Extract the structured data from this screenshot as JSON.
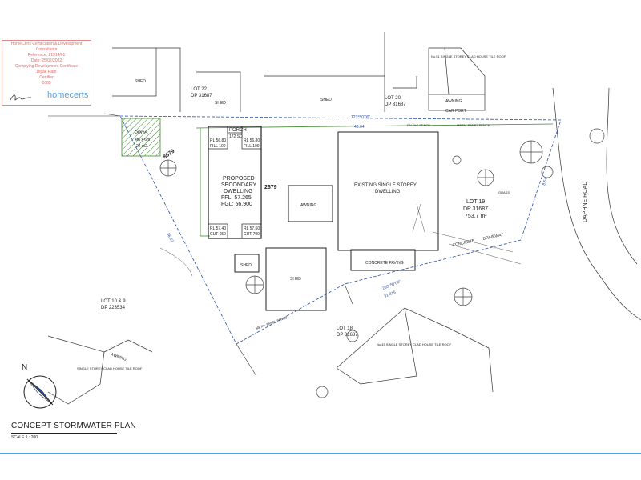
{
  "certificate": {
    "lines": [
      "HomeCerts Certification & Development",
      "Consultants",
      "Reference: 21314/01",
      "Date: 25/02/2022",
      "Complying Development Certificate",
      "Dipak Ram",
      "Certifier",
      "2685"
    ],
    "logo": "homecerts",
    "brand_color": "#e06a6a",
    "logo_color": "#5aa0dc"
  },
  "plan": {
    "title": "CONCEPT STORMWATER PLAN",
    "scale": "SCALE 1 : 200"
  },
  "labels": {
    "shed_top_left": "SHED",
    "lot22": "LOT 22",
    "lot22_dp": "DP 31687",
    "shed_upper": "SHED",
    "lot20": "LOT 20",
    "lot20_dp": "DP 31687",
    "shed_lot20": "SHED",
    "awning_top": "AWNING",
    "carport": "CAR PORT",
    "single_storey_top": "No.51 SINGLE STOREY CLAD HOUSE TILE ROOF",
    "ppos": "PPOS",
    "ppos_size": "4m x 6m",
    "ppos_area": "24 m2",
    "porch": "PORCH",
    "porch_rl": "172 SD",
    "rl1": "RL 56.80",
    "fill1": "FILL 100",
    "rl2": "RL 56.80",
    "fill2": "FILL 100",
    "proposed_1": "PROPOSED",
    "proposed_2": "SECONDARY",
    "proposed_3": "DWELLING",
    "ffl": "FFL: 57.265",
    "fgl": "FGL: 56.900",
    "rl3": "RL 57.40",
    "cut3": "CUT 650",
    "rl4": "RL 57.60",
    "cut4": "CUT 700",
    "dim_2679": "2679",
    "dim_8679": "8679",
    "awning_mid": "AWNING",
    "existing_1": "EXISTING SINGLE STOREY",
    "existing_2": "DWELLING",
    "lot19": "LOT 19",
    "lot19_dp": "DP 31687",
    "lot19_area": "753.7 m²",
    "daphne": "DAPHNE  ROAD",
    "concrete_paving": "CONCRETE PAVING",
    "concrete": "CONCRETE",
    "driveway": "DRIVEWAY",
    "shed_small": "SHED",
    "shed_big": "SHED",
    "lot10_9": "LOT 10 & 9",
    "lot10_9_dp": "DP 223534",
    "lot18": "LOT 18",
    "lot18_dp": "DP 31687",
    "awning_left": "AWNING",
    "single_storey_left": "SINGLE STOREY CLAD HOUSE TILE ROOF",
    "single_storey_bottom": "No.45 SINGLE STOREY CLAD HOUSE TILE ROOF",
    "bearing_top": "123°50'00\"",
    "dist_top": "48.64",
    "bearing_bottom": "293°50'00\"",
    "dist_bottom": "31.815",
    "dist_left": "36.32",
    "dist_right": "8.54",
    "fence_top": "PALING FENCE",
    "fence_metal": "METAL PANEL FENCE",
    "fence_bottom": "METAL PANEL FENCE",
    "grass": "GRASS"
  },
  "compass": {
    "label": "N"
  },
  "colors": {
    "line": "#222222",
    "boundary_blue": "#2a4fa8",
    "drain_green": "#3a8a2a",
    "hatch_green": "#3a8a2a",
    "rule_blue": "#4aa3e0"
  }
}
